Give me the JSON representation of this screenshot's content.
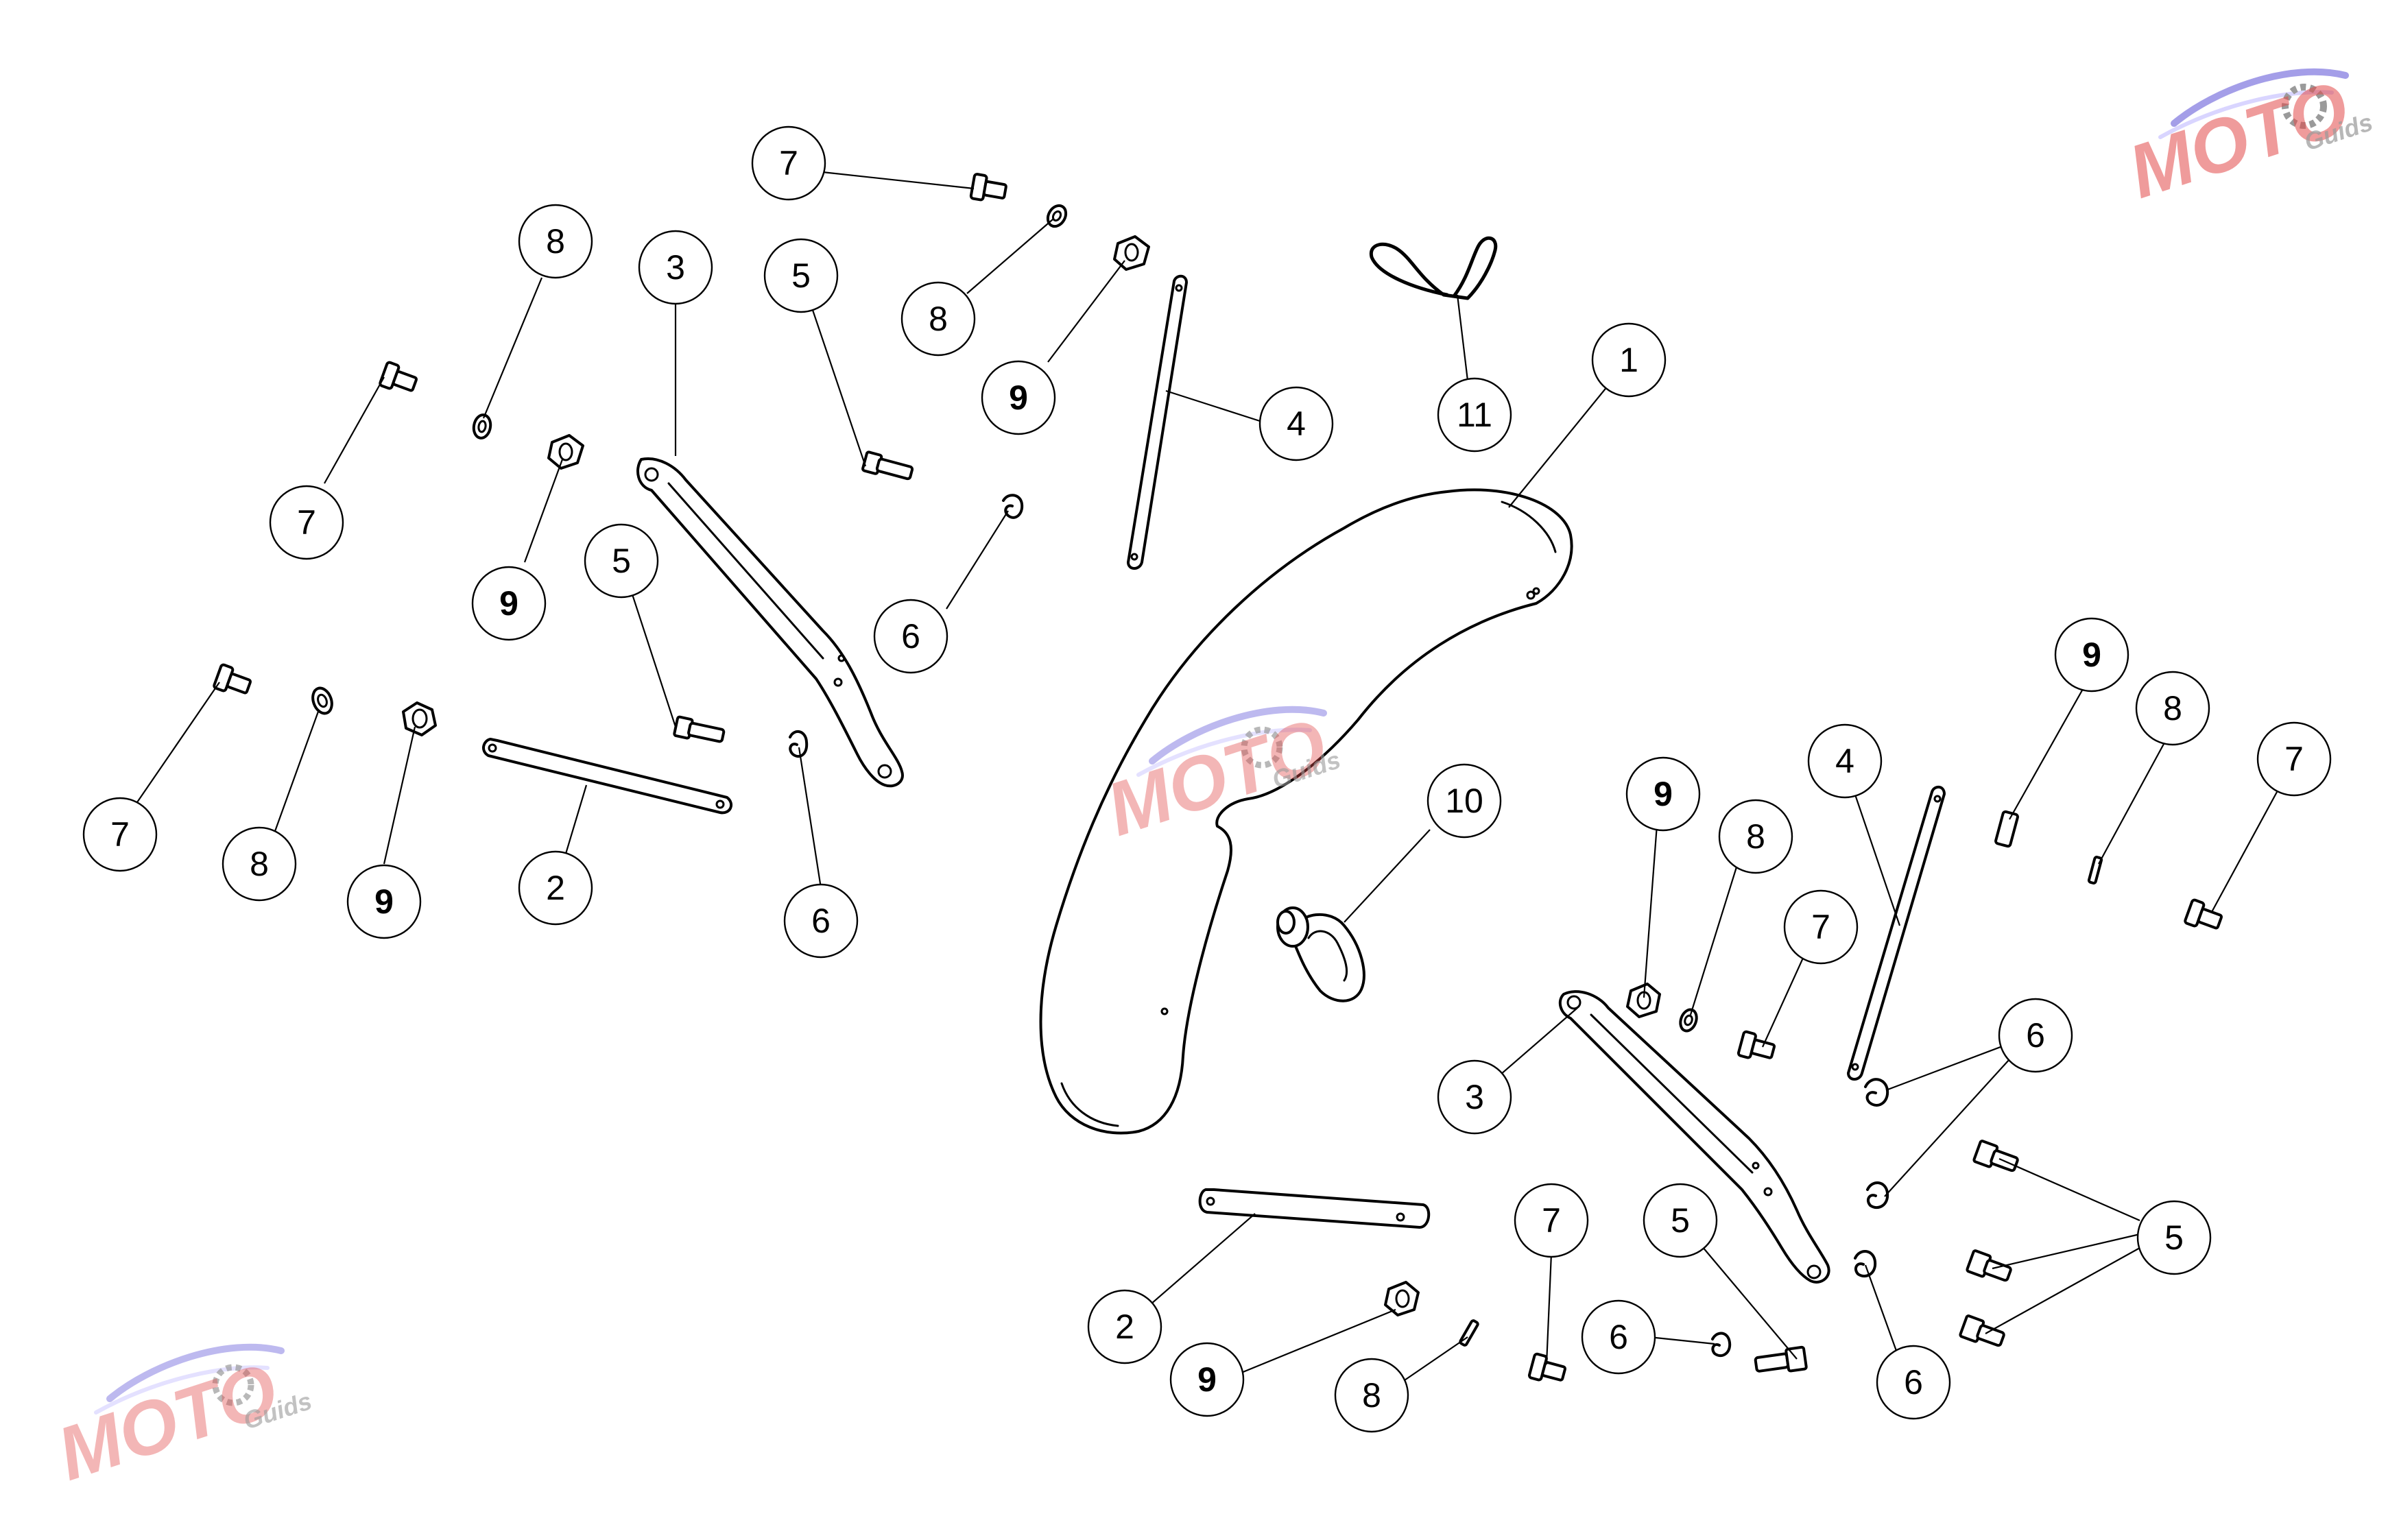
{
  "diagram": {
    "callouts": [
      {
        "label": "1"
      },
      {
        "label": "2"
      },
      {
        "label": "2"
      },
      {
        "label": "3"
      },
      {
        "label": "3"
      },
      {
        "label": "4"
      },
      {
        "label": "4"
      },
      {
        "label": "5"
      },
      {
        "label": "5"
      },
      {
        "label": "5"
      },
      {
        "label": "5"
      },
      {
        "label": "6"
      },
      {
        "label": "6"
      },
      {
        "label": "6"
      },
      {
        "label": "6"
      },
      {
        "label": "6"
      },
      {
        "label": "7"
      },
      {
        "label": "7"
      },
      {
        "label": "7"
      },
      {
        "label": "7"
      },
      {
        "label": "7"
      },
      {
        "label": "7"
      },
      {
        "label": "8"
      },
      {
        "label": "8"
      },
      {
        "label": "8"
      },
      {
        "label": "8"
      },
      {
        "label": "8"
      },
      {
        "label": "8"
      },
      {
        "label": "9",
        "bold": true
      },
      {
        "label": "9",
        "bold": true
      },
      {
        "label": "9",
        "bold": true
      },
      {
        "label": "9",
        "bold": true
      },
      {
        "label": "9",
        "bold": true
      },
      {
        "label": "9",
        "bold": true
      },
      {
        "label": "10"
      },
      {
        "label": "11"
      }
    ]
  },
  "watermark": {
    "brand": "MOTO",
    "tagline": "Guids",
    "colors": {
      "brand": "#e24b4b",
      "swoosh": "#5a4fd6",
      "gear": "#9a9a9a"
    }
  }
}
